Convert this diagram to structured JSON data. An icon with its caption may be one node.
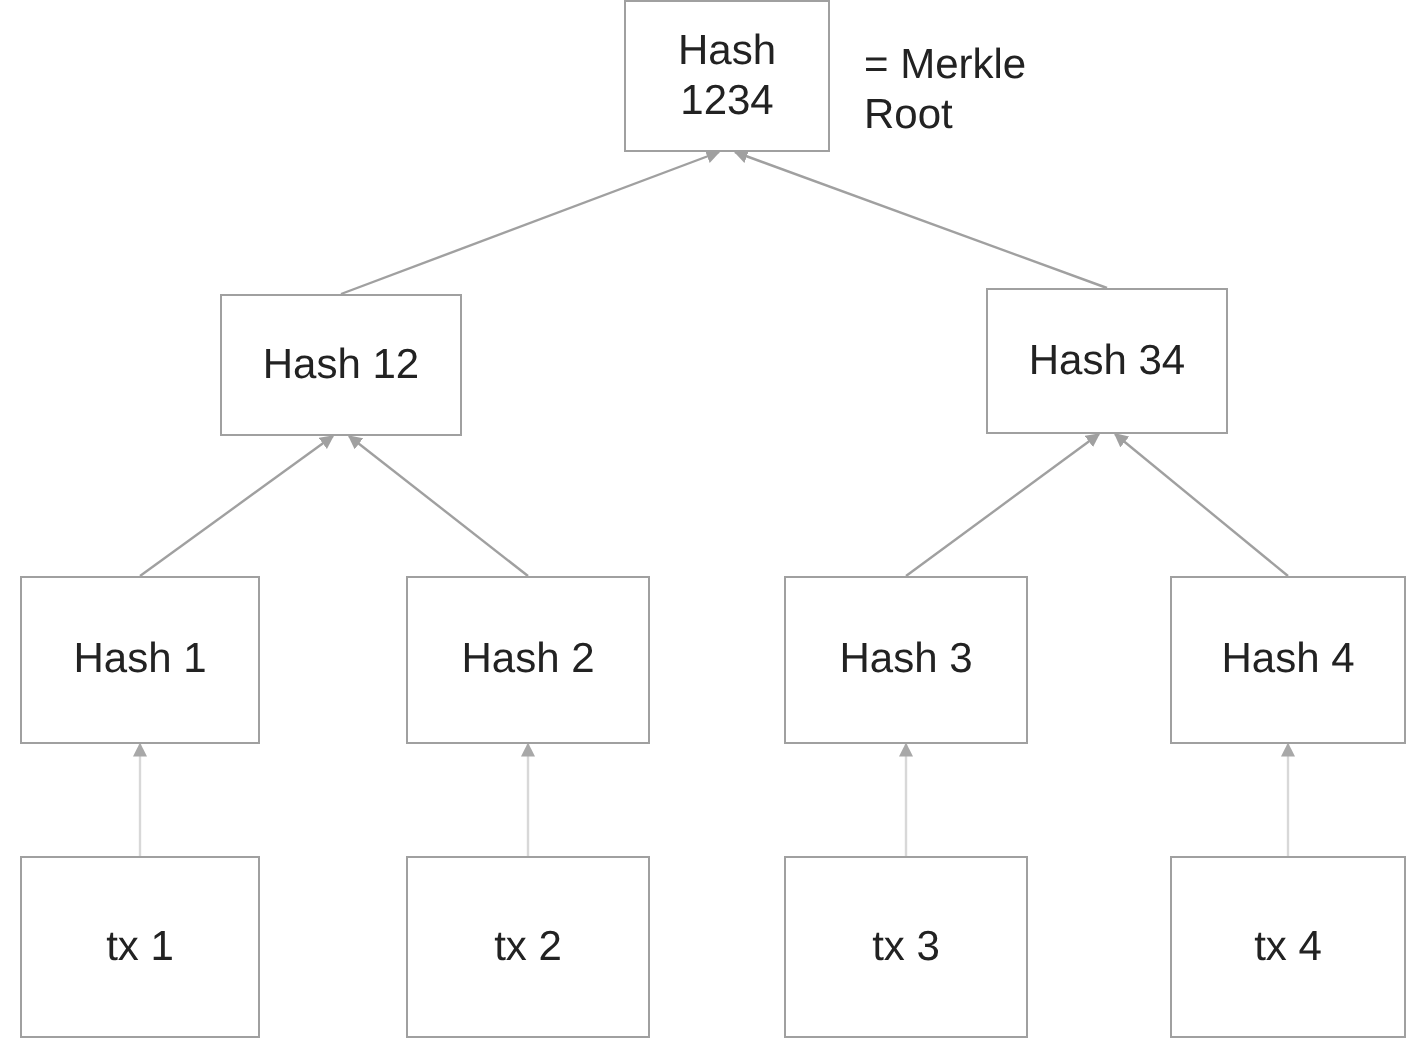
{
  "diagram": {
    "nodes": [
      {
        "text": [
          "Hash 1234"
        ],
        "beside": [
          "= Merkle Root"
        ]
      },
      {
        "text": [
          "Hash 12"
        ]
      },
      {
        "text": [
          "Hash 34"
        ]
      },
      {
        "text": [
          "Hash 1"
        ]
      },
      {
        "text": [
          "Hash 2"
        ]
      },
      {
        "text": [
          "Hash 3"
        ]
      },
      {
        "text": [
          "Hash 4"
        ]
      },
      {
        "text": [
          "tx 1"
        ]
      },
      {
        "text": [
          "tx 2"
        ]
      },
      {
        "text": [
          "tx 3"
        ]
      },
      {
        "text": [
          "tx 4"
        ]
      }
    ],
    "edges": [
      {
        "from": 1,
        "to": 0,
        "arrow": "to"
      },
      {
        "from": 2,
        "to": 0,
        "arrow": "to"
      },
      {
        "from": 3,
        "to": 1,
        "arrow": "to"
      },
      {
        "from": 4,
        "to": 1,
        "arrow": "to"
      },
      {
        "from": 5,
        "to": 2,
        "arrow": "to"
      },
      {
        "from": 6,
        "to": 2,
        "arrow": "to"
      },
      {
        "from": 7,
        "to": 3,
        "arrow": "to",
        "color": "#d8d8d8"
      },
      {
        "from": 8,
        "to": 4,
        "arrow": "to",
        "color": "#d8d8d8"
      },
      {
        "from": 9,
        "to": 5,
        "arrow": "to",
        "color": "#d8d8d8"
      },
      {
        "from": 10,
        "to": 6,
        "arrow": "to",
        "color": "#d8d8d8"
      }
    ]
  }
}
